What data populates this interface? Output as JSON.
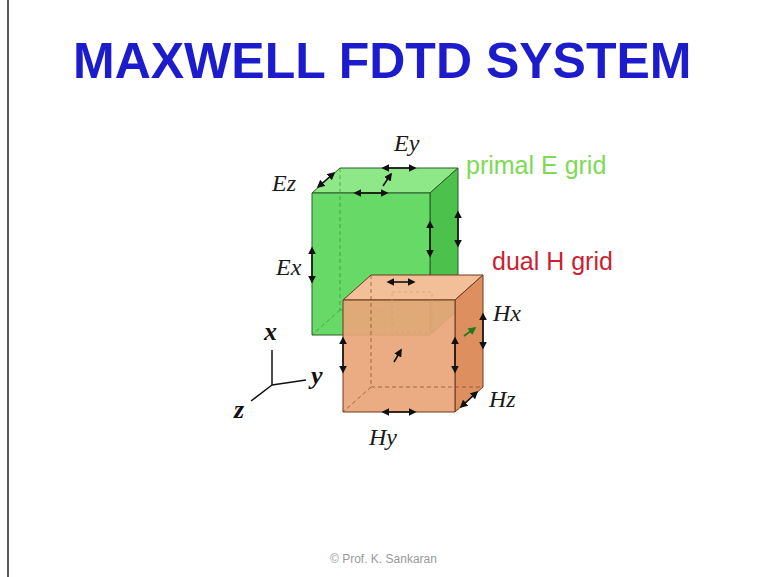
{
  "diagram": {
    "title": "MAXWELL FDTD SYSTEM",
    "labels": [
      "Ez",
      "Ey",
      "primal E grid",
      "Ex",
      "dual H grid",
      "Hx",
      "x",
      "Hz",
      "z",
      "y",
      "Hy",
      "© Prof. K. Sankaran"
    ]
  }
}
